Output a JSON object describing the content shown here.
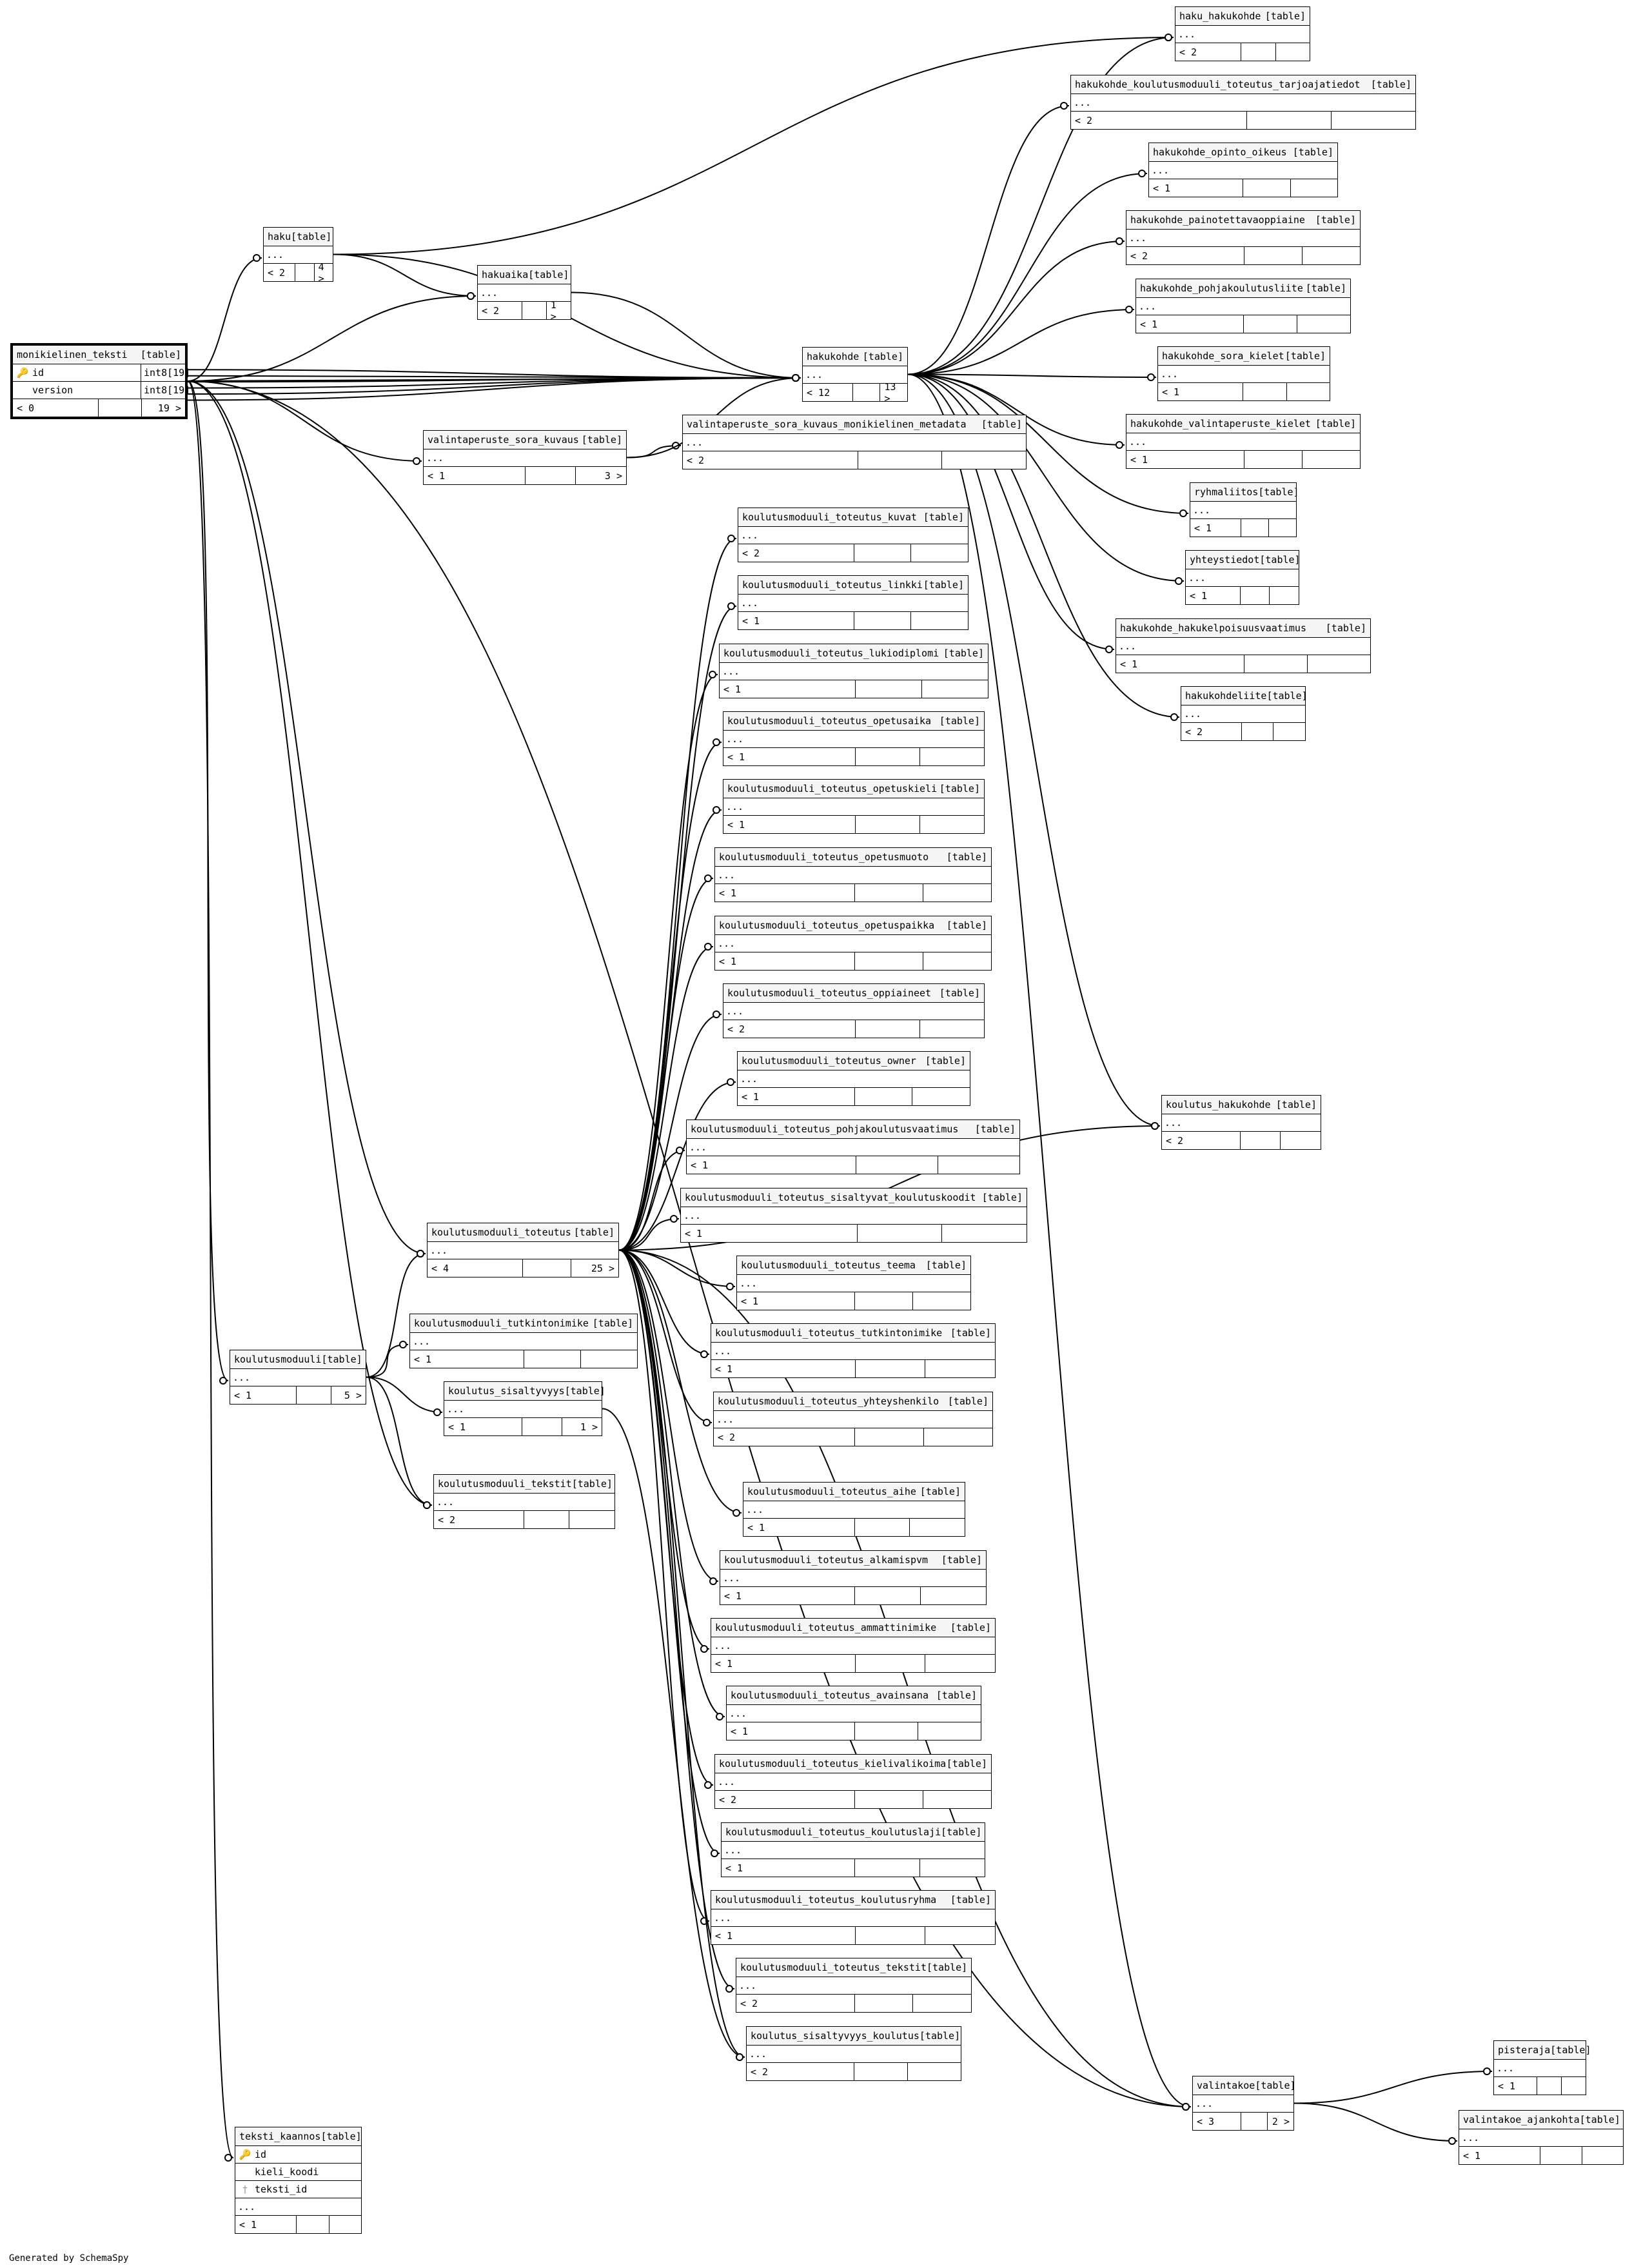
{
  "diagram": {
    "generated_by": "Generated by SchemaSpy",
    "table_tag": "[table]",
    "dots": "...",
    "focus_table": {
      "name": "monikielinen_teksti",
      "columns": [
        {
          "name": "id",
          "type": "int8[19]",
          "key": "primary-key-icon"
        },
        {
          "name": "version",
          "type": "int8[19]",
          "key": ""
        }
      ],
      "parents": "< 0",
      "children": "19 >"
    },
    "tables": [
      {
        "id": "haku_hakukohde",
        "name": "haku_hakukohde",
        "parents": "< 2",
        "children": ""
      },
      {
        "id": "hakukohde_koulutusmoduuli_toteutus_tarjoajatiedot",
        "name": "hakukohde_koulutusmoduuli_toteutus_tarjoajatiedot",
        "parents": "< 2",
        "children": ""
      },
      {
        "id": "hakukohde_opinto_oikeus",
        "name": "hakukohde_opinto_oikeus",
        "parents": "< 1",
        "children": ""
      },
      {
        "id": "hakukohde_painotettavaoppiaine",
        "name": "hakukohde_painotettavaoppiaine",
        "parents": "< 2",
        "children": ""
      },
      {
        "id": "hakukohde_pohjakoulutusliite",
        "name": "hakukohde_pohjakoulutusliite",
        "parents": "< 1",
        "children": ""
      },
      {
        "id": "hakukohde_sora_kielet",
        "name": "hakukohde_sora_kielet",
        "parents": "< 1",
        "children": ""
      },
      {
        "id": "hakukohde_valintaperuste_kielet",
        "name": "hakukohde_valintaperuste_kielet",
        "parents": "< 1",
        "children": ""
      },
      {
        "id": "ryhmaliitos",
        "name": "ryhmaliitos",
        "parents": "< 1",
        "children": ""
      },
      {
        "id": "yhteystiedot",
        "name": "yhteystiedot",
        "parents": "< 1",
        "children": ""
      },
      {
        "id": "hakukohde_hakukelpoisuusvaatimus",
        "name": "hakukohde_hakukelpoisuusvaatimus",
        "parents": "< 1",
        "children": ""
      },
      {
        "id": "hakukohdeliite",
        "name": "hakukohdeliite",
        "parents": "< 2",
        "children": ""
      },
      {
        "id": "haku",
        "name": "haku",
        "parents": "< 2",
        "children": "4 >"
      },
      {
        "id": "hakuaika",
        "name": "hakuaika",
        "parents": "< 2",
        "children": "1 >"
      },
      {
        "id": "hakukohde",
        "name": "hakukohde",
        "parents": "< 12",
        "children": "13 >"
      },
      {
        "id": "valintaperuste_sora_kuvaus",
        "name": "valintaperuste_sora_kuvaus",
        "parents": "< 1",
        "children": "3 >"
      },
      {
        "id": "valintaperuste_sora_kuvaus_monikielinen_metadata",
        "name": "valintaperuste_sora_kuvaus_monikielinen_metadata",
        "parents": "< 2",
        "children": ""
      },
      {
        "id": "kt_kuvat",
        "name": "koulutusmoduuli_toteutus_kuvat",
        "parents": "< 2",
        "children": ""
      },
      {
        "id": "kt_linkki",
        "name": "koulutusmoduuli_toteutus_linkki",
        "parents": "< 1",
        "children": ""
      },
      {
        "id": "kt_lukiodiplomi",
        "name": "koulutusmoduuli_toteutus_lukiodiplomi",
        "parents": "< 1",
        "children": ""
      },
      {
        "id": "kt_opetusaika",
        "name": "koulutusmoduuli_toteutus_opetusaika",
        "parents": "< 1",
        "children": ""
      },
      {
        "id": "kt_opetuskieli",
        "name": "koulutusmoduuli_toteutus_opetuskieli",
        "parents": "< 1",
        "children": ""
      },
      {
        "id": "kt_opetusmuoto",
        "name": "koulutusmoduuli_toteutus_opetusmuoto",
        "parents": "< 1",
        "children": ""
      },
      {
        "id": "kt_opetuspaikka",
        "name": "koulutusmoduuli_toteutus_opetuspaikka",
        "parents": "< 1",
        "children": ""
      },
      {
        "id": "kt_oppiaineet",
        "name": "koulutusmoduuli_toteutus_oppiaineet",
        "parents": "< 2",
        "children": ""
      },
      {
        "id": "kt_owner",
        "name": "koulutusmoduuli_toteutus_owner",
        "parents": "< 1",
        "children": ""
      },
      {
        "id": "kt_pohjakoulutusvaatimus",
        "name": "koulutusmoduuli_toteutus_pohjakoulutusvaatimus",
        "parents": "< 1",
        "children": ""
      },
      {
        "id": "kt_sisaltyvat_koulutuskoodit",
        "name": "koulutusmoduuli_toteutus_sisaltyvat_koulutuskoodit",
        "parents": "< 1",
        "children": ""
      },
      {
        "id": "koulutus_hakukohde",
        "name": "koulutus_hakukohde",
        "parents": "< 2",
        "children": ""
      },
      {
        "id": "koulutusmoduuli_toteutus",
        "name": "koulutusmoduuli_toteutus",
        "parents": "< 4",
        "children": "25 >"
      },
      {
        "id": "kt_teema",
        "name": "koulutusmoduuli_toteutus_teema",
        "parents": "< 1",
        "children": ""
      },
      {
        "id": "koulutusmoduuli_tutkintonimike",
        "name": "koulutusmoduuli_tutkintonimike",
        "parents": "< 1",
        "children": ""
      },
      {
        "id": "kt_tutkintonimike",
        "name": "koulutusmoduuli_toteutus_tutkintonimike",
        "parents": "< 1",
        "children": ""
      },
      {
        "id": "koulutusmoduuli",
        "name": "koulutusmoduuli",
        "parents": "< 1",
        "children": "5 >"
      },
      {
        "id": "koulutus_sisaltyvyys",
        "name": "koulutus_sisaltyvyys",
        "parents": "< 1",
        "children": "1 >"
      },
      {
        "id": "kt_yhteyshenkilo",
        "name": "koulutusmoduuli_toteutus_yhteyshenkilo",
        "parents": "< 2",
        "children": ""
      },
      {
        "id": "koulutusmoduuli_tekstit",
        "name": "koulutusmoduuli_tekstit",
        "parents": "< 2",
        "children": ""
      },
      {
        "id": "kt_aihe",
        "name": "koulutusmoduuli_toteutus_aihe",
        "parents": "< 1",
        "children": ""
      },
      {
        "id": "kt_alkamispvm",
        "name": "koulutusmoduuli_toteutus_alkamispvm",
        "parents": "< 1",
        "children": ""
      },
      {
        "id": "kt_ammattinimike",
        "name": "koulutusmoduuli_toteutus_ammattinimike",
        "parents": "< 1",
        "children": ""
      },
      {
        "id": "kt_avainsana",
        "name": "koulutusmoduuli_toteutus_avainsana",
        "parents": "< 1",
        "children": ""
      },
      {
        "id": "kt_kielivalikoima",
        "name": "koulutusmoduuli_toteutus_kielivalikoima",
        "parents": "< 2",
        "children": ""
      },
      {
        "id": "kt_koulutuslaji",
        "name": "koulutusmoduuli_toteutus_koulutuslaji",
        "parents": "< 1",
        "children": ""
      },
      {
        "id": "kt_koulutusryhma",
        "name": "koulutusmoduuli_toteutus_koulutusryhma",
        "parents": "< 1",
        "children": ""
      },
      {
        "id": "kt_tekstit",
        "name": "koulutusmoduuli_toteutus_tekstit",
        "parents": "< 2",
        "children": ""
      },
      {
        "id": "koulutus_sisaltyvyys_koulutus",
        "name": "koulutus_sisaltyvyys_koulutus",
        "parents": "< 2",
        "children": ""
      },
      {
        "id": "pisteraja",
        "name": "pisteraja",
        "parents": "< 1",
        "children": ""
      },
      {
        "id": "valintakoe",
        "name": "valintakoe",
        "parents": "< 3",
        "children": "2 >"
      },
      {
        "id": "valintakoe_ajankohta",
        "name": "valintakoe_ajankohta",
        "parents": "< 1",
        "children": ""
      }
    ],
    "teksti_kaannos": {
      "name": "teksti_kaannos",
      "columns": [
        {
          "name": "id",
          "key": "primary-key-icon"
        },
        {
          "name": "kieli_koodi",
          "key": ""
        },
        {
          "name": "teksti_id",
          "key": "foreign-key-icon"
        }
      ],
      "parents": "< 1"
    }
  }
}
